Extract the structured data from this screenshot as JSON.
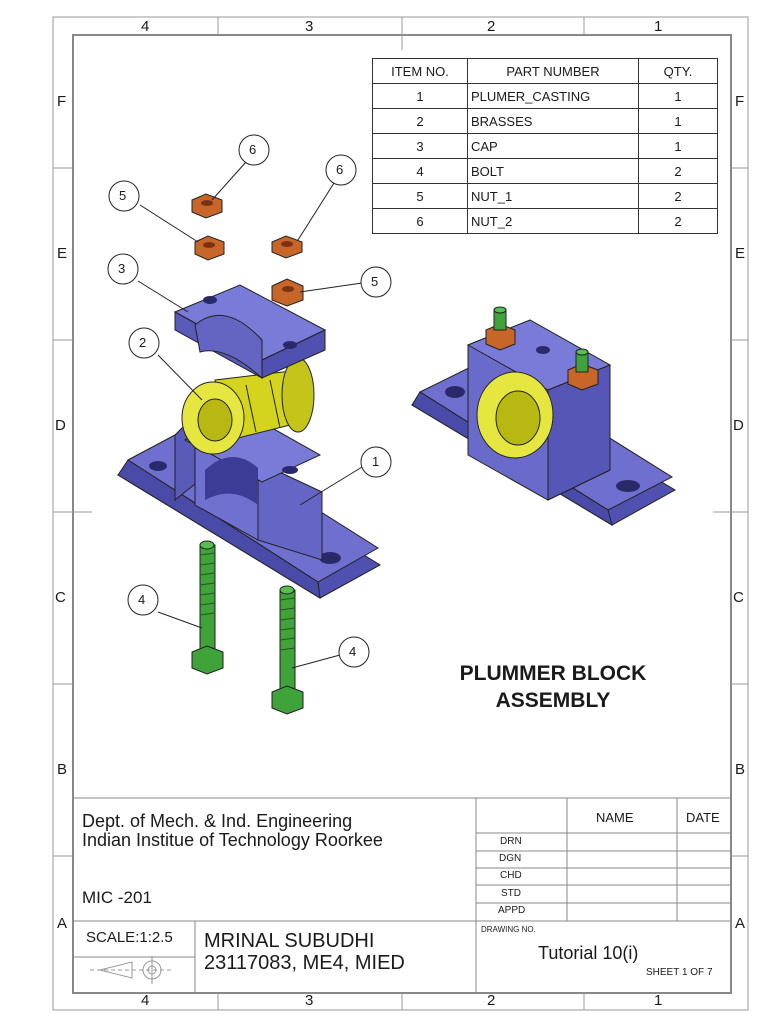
{
  "zones": {
    "top": [
      "4",
      "3",
      "2",
      "1"
    ],
    "bottom": [
      "4",
      "3",
      "2",
      "1"
    ],
    "left": [
      "F",
      "E",
      "D",
      "C",
      "B",
      "A"
    ],
    "right": [
      "F",
      "E",
      "D",
      "C",
      "B",
      "A"
    ]
  },
  "bom": {
    "headers": [
      "ITEM NO.",
      "PART NUMBER",
      "QTY."
    ],
    "rows": [
      {
        "item": "1",
        "part": "PLUMER_CASTING",
        "qty": "1"
      },
      {
        "item": "2",
        "part": "BRASSES",
        "qty": "1"
      },
      {
        "item": "3",
        "part": "CAP",
        "qty": "1"
      },
      {
        "item": "4",
        "part": "BOLT",
        "qty": "2"
      },
      {
        "item": "5",
        "part": "NUT_1",
        "qty": "2"
      },
      {
        "item": "6",
        "part": "NUT_2",
        "qty": "2"
      }
    ]
  },
  "balloons": {
    "b6a": "6",
    "b6b": "6",
    "b5a": "5",
    "b5b": "5",
    "b3": "3",
    "b2": "2",
    "b1": "1",
    "b4a": "4",
    "b4b": "4"
  },
  "drawing_title": {
    "line1": "PLUMMER BLOCK",
    "line2": "ASSEMBLY"
  },
  "title_block": {
    "dept_line1": "Dept. of Mech. & Ind. Engineering",
    "dept_line2": "Indian Institue of Technology Roorkee",
    "course": "MIC -201",
    "scale": "SCALE:1:2.5",
    "author_name": "MRINAL SUBUDHI",
    "author_info": "23117083, ME4, MIED",
    "name_header": "NAME",
    "date_header": "DATE",
    "roles": [
      "DRN",
      "DGN",
      "CHD",
      "STD",
      "APPD"
    ],
    "drawing_no_label": "DRAWING NO.",
    "drawing_no": "Tutorial 10(i)",
    "sheet": "SHEET 1 OF 7"
  },
  "colors": {
    "body": "#6f6fcf",
    "brass": "#dede2a",
    "nut": "#c8662a",
    "bolt": "#3fa33a",
    "line": "#333333"
  }
}
